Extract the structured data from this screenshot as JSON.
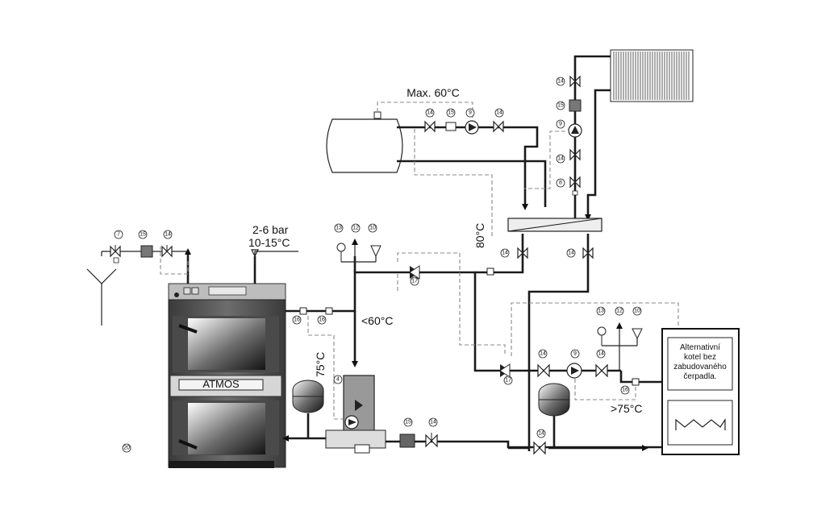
{
  "labels": {
    "max_temp": "Max. 60°C",
    "pressure": "2-6 bar",
    "inlet_temp": "10-15°C",
    "return_limit": "<60°C",
    "mix_temp": "75°C",
    "flow_temp": "80°C",
    "alt_limit": ">75°C",
    "boiler_name": "ATMOS"
  },
  "alt_boiler": {
    "line1": "Alternativní",
    "line2": "kotel bez",
    "line3": "zabudovaného",
    "line4": "čerpadla."
  },
  "callouts": {
    "c7": "7",
    "c15_drain": "15",
    "c14_drain": "14",
    "c14_tank_a": "14",
    "c15_tank": "15",
    "c9_tank": "9",
    "c14_tank_b": "14",
    "c14_rad_top": "14",
    "c15_rad": "15",
    "c9_rad": "9",
    "c14_rad_mid": "14",
    "c8_rad": "8",
    "c13_left": "13",
    "c12_left": "12",
    "c10_left": "10",
    "c17_top": "17",
    "c16_a": "16",
    "c16_b": "16",
    "c4": "4",
    "c15_bottom": "15",
    "c14_bottom": "14",
    "c14_dist_left": "14",
    "c14_dist_right": "14",
    "c17_mid": "17",
    "c14_alt_a": "14",
    "c9_alt": "9",
    "c14_alt_b": "14",
    "c13_right": "13",
    "c12_right": "12",
    "c10_right": "10",
    "c16_right": "16",
    "c14_exp": "14",
    "c20": "20"
  },
  "icons": [
    "valve-icon",
    "pump-icon",
    "thermostat-icon",
    "filter-icon",
    "safety-valve-icon",
    "manometer-icon",
    "expansion-vessel-icon",
    "drain-funnel-icon",
    "radiator-icon",
    "storage-tank-icon",
    "distributor-icon",
    "boiler-icon"
  ]
}
